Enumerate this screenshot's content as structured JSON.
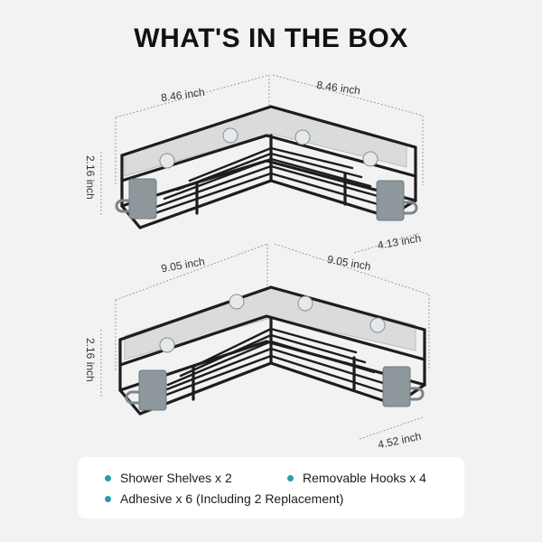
{
  "title": "WHAT'S IN THE BOX",
  "shelf_top": {
    "width_left": "8.46 inch",
    "width_right": "8.46 inch",
    "height": "2.16 inch",
    "depth": "4.13 inch"
  },
  "shelf_bottom": {
    "width_left": "9.05 inch",
    "width_right": "9.05 inch",
    "height": "2.16 inch",
    "depth": "4.52 inch"
  },
  "contents": [
    "Shower Shelves x 2",
    "Removable Hooks x 4",
    "Adhesive x 6 (Including 2 Replacement)"
  ],
  "colors": {
    "accent_dot": "#2a9bb0",
    "rack": "#1d1d1d",
    "hook": "#8d979c"
  }
}
